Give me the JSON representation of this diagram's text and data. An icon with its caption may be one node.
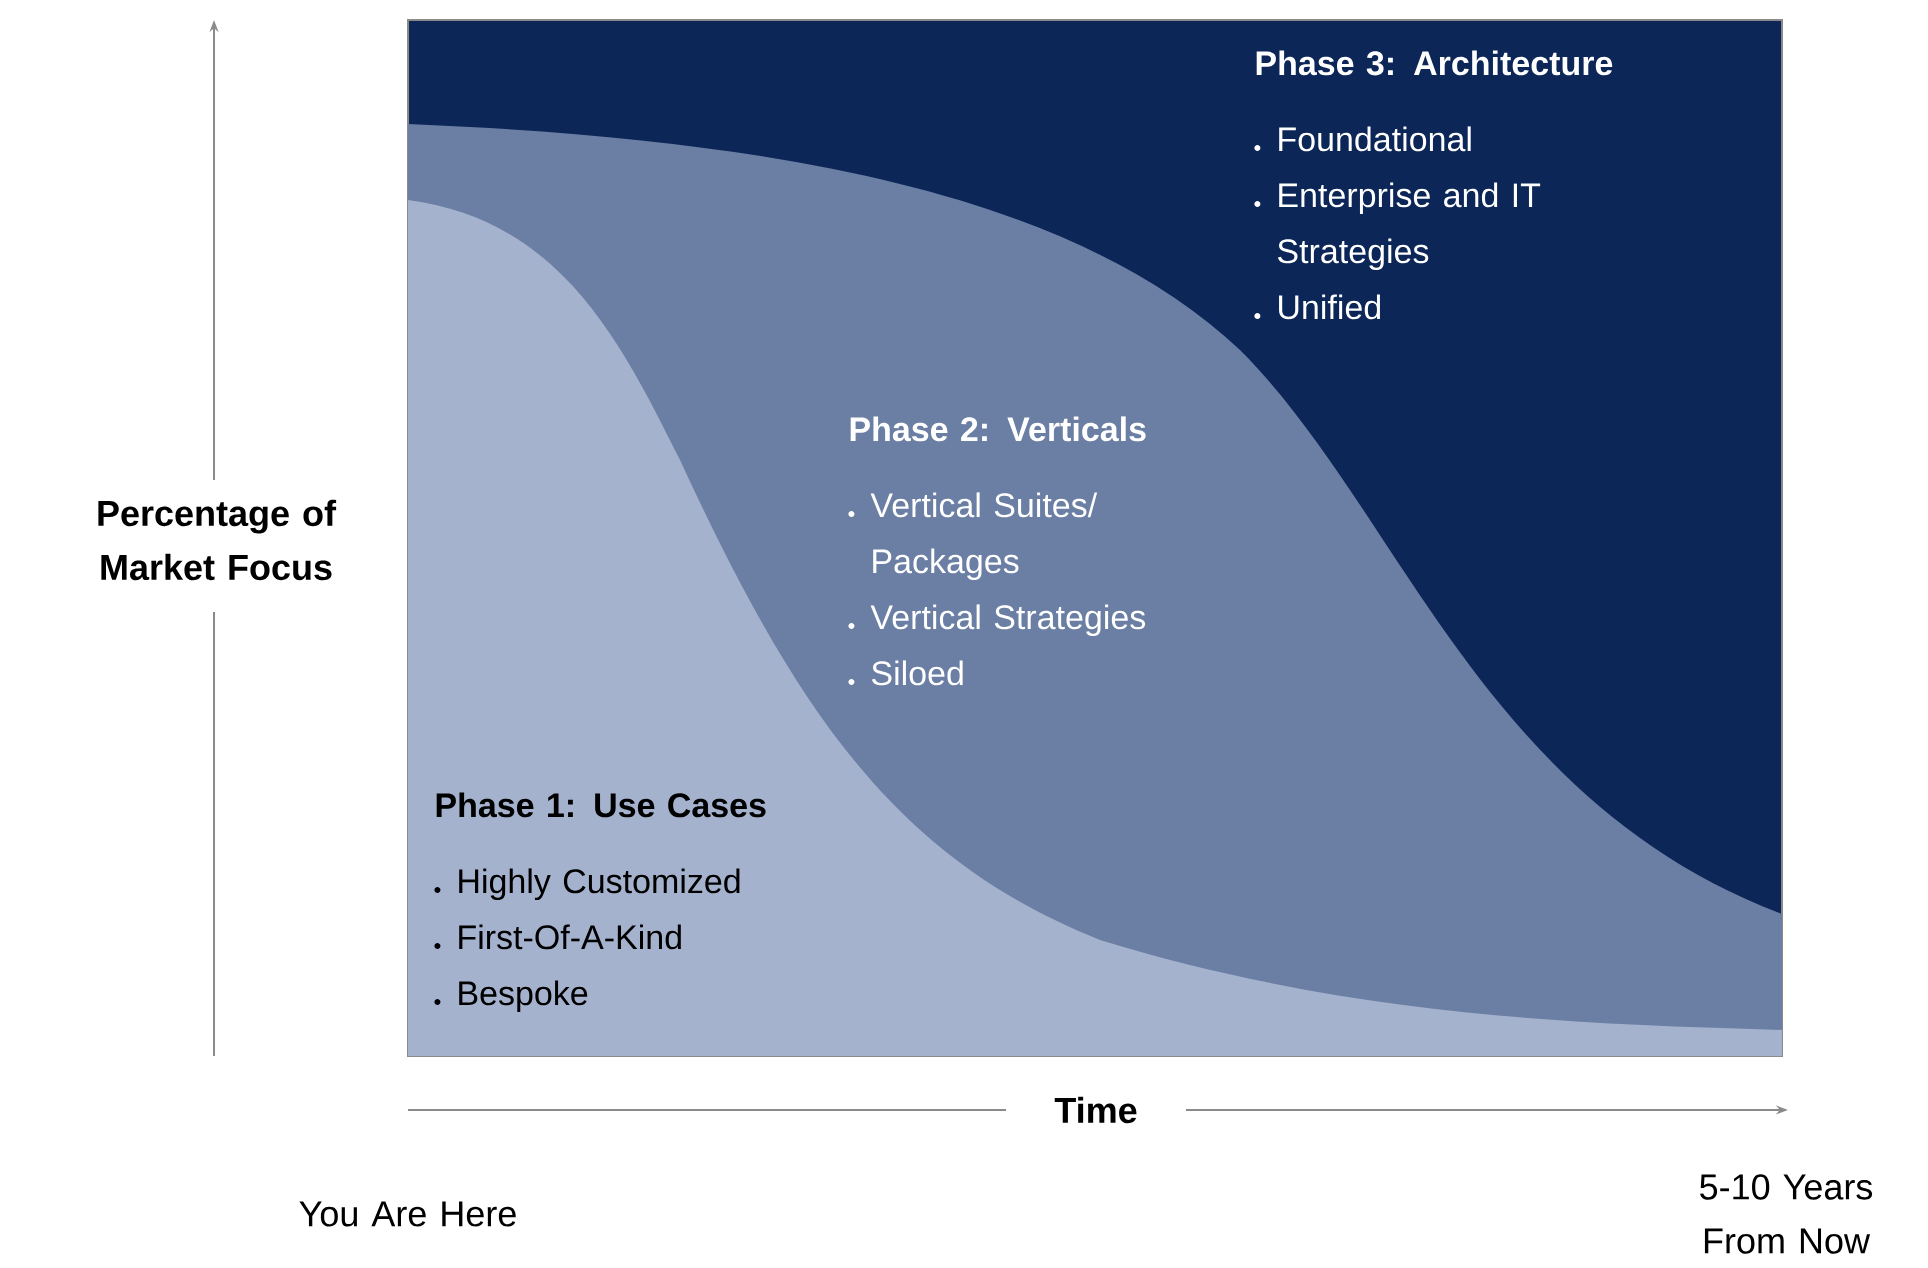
{
  "diagram": {
    "nodes": [
      {
        "text": [
          "Phase 3: Architecture",
          "Foundational",
          "Enterprise and IT Strategies",
          "Unified"
        ]
      },
      {
        "text": [
          "Phase 2: Verticals",
          "Vertical Suites/ Packages",
          "Vertical Strategies",
          "Siloed"
        ],
        "in": 0
      },
      {
        "text": [
          "Phase 1: Use Cases",
          "Highly Customized",
          "First-Of-A-Kind",
          "Bespoke"
        ],
        "in": 1
      }
    ],
    "labels": [
      "Percentage of Market Focus",
      "Time",
      "You Are Here",
      "5-10 Years From Now"
    ]
  }
}
